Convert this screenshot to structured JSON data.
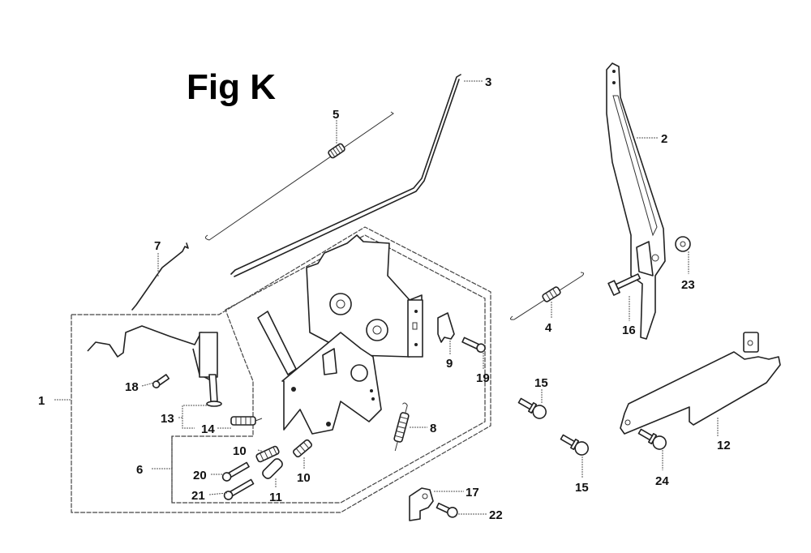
{
  "figure": {
    "title": "Fig K",
    "callouts": [
      {
        "id": "c1",
        "label": "1"
      },
      {
        "id": "c2",
        "label": "2"
      },
      {
        "id": "c3",
        "label": "3"
      },
      {
        "id": "c4",
        "label": "4"
      },
      {
        "id": "c5",
        "label": "5"
      },
      {
        "id": "c6",
        "label": "6"
      },
      {
        "id": "c7",
        "label": "7"
      },
      {
        "id": "c8",
        "label": "8"
      },
      {
        "id": "c9",
        "label": "9"
      },
      {
        "id": "c10a",
        "label": "10"
      },
      {
        "id": "c10b",
        "label": "10"
      },
      {
        "id": "c11",
        "label": "11"
      },
      {
        "id": "c12",
        "label": "12"
      },
      {
        "id": "c13",
        "label": "13"
      },
      {
        "id": "c14",
        "label": "14"
      },
      {
        "id": "c15a",
        "label": "15"
      },
      {
        "id": "c15b",
        "label": "15"
      },
      {
        "id": "c16",
        "label": "16"
      },
      {
        "id": "c17",
        "label": "17"
      },
      {
        "id": "c18",
        "label": "18"
      },
      {
        "id": "c19",
        "label": "19"
      },
      {
        "id": "c20",
        "label": "20"
      },
      {
        "id": "c21",
        "label": "21"
      },
      {
        "id": "c22",
        "label": "22"
      },
      {
        "id": "c23",
        "label": "23"
      },
      {
        "id": "c24",
        "label": "24"
      }
    ]
  }
}
